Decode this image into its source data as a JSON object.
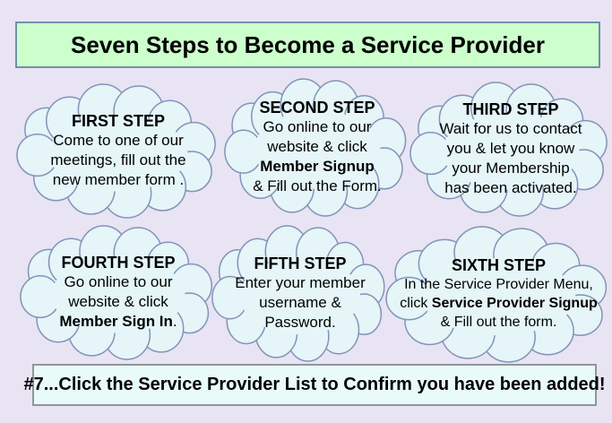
{
  "colors": {
    "background": "#e8e4f4",
    "cloud_fill": "#e5f5f8",
    "cloud_stroke": "#8493b8",
    "title_bg": "#ccffcc",
    "title_border": "#6e93a6",
    "footer_bg": "#e8fbf9",
    "footer_border": "#8f969e",
    "text": "#000000"
  },
  "title": {
    "text": "Seven Steps to Become a Service Provider"
  },
  "clouds": [
    {
      "heading": "FIRST STEP",
      "lines": [
        [
          {
            "text": "Come to one of our",
            "bold": false
          }
        ],
        [
          {
            "text": "meetings, fill out the",
            "bold": false
          }
        ],
        [
          {
            "text": "new member form .",
            "bold": false
          }
        ]
      ]
    },
    {
      "heading": "SECOND STEP",
      "lines": [
        [
          {
            "text": "Go online to our",
            "bold": false
          }
        ],
        [
          {
            "text": "website & click",
            "bold": false
          }
        ],
        [
          {
            "text": "Member Signup",
            "bold": true
          }
        ],
        [
          {
            "text": "& Fill out the Form.",
            "bold": false
          }
        ]
      ]
    },
    {
      "heading": "THIRD STEP",
      "lines": [
        [
          {
            "text": "Wait for us to contact",
            "bold": false
          }
        ],
        [
          {
            "text": "you & let you know",
            "bold": false
          }
        ],
        [
          {
            "text": "your Membership",
            "bold": false
          }
        ],
        [
          {
            "text": "has been activated.",
            "bold": false
          }
        ]
      ]
    },
    {
      "heading": "FOURTH STEP",
      "lines": [
        [
          {
            "text": "Go online to our",
            "bold": false
          }
        ],
        [
          {
            "text": "website & click",
            "bold": false
          }
        ],
        [
          {
            "text": "Member Sign In",
            "bold": true
          },
          {
            "text": ".",
            "bold": false
          }
        ]
      ]
    },
    {
      "heading": "FIFTH STEP",
      "lines": [
        [
          {
            "text": "Enter your member",
            "bold": false
          }
        ],
        [
          {
            "text": "username &",
            "bold": false
          }
        ],
        [
          {
            "text": "Password.",
            "bold": false
          }
        ]
      ]
    },
    {
      "heading": "SIXTH STEP",
      "lines": [
        [
          {
            "text": "In the Service Provider Menu,",
            "bold": false
          }
        ],
        [
          {
            "text": "click ",
            "bold": false
          },
          {
            "text": "Service Provider Signup",
            "bold": true
          }
        ],
        [
          {
            "text": "& Fill out the form.",
            "bold": false
          }
        ]
      ]
    }
  ],
  "footer": {
    "text": "#7...Click the Service Provider List to Confirm you have been added!"
  }
}
